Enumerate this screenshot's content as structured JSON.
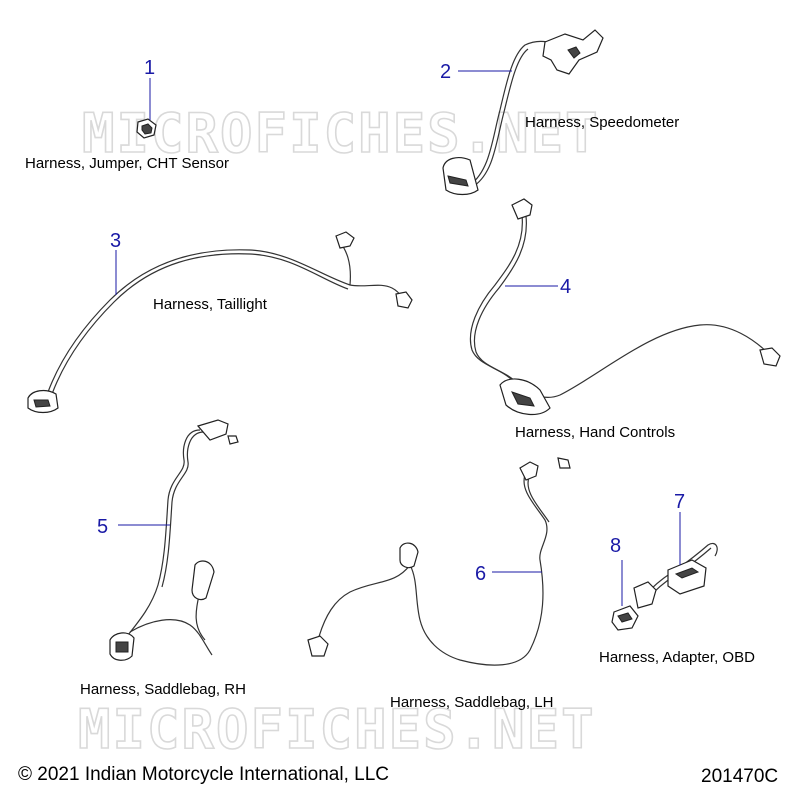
{
  "watermark": "MICROFICHES.NET",
  "parts": [
    {
      "number": "1",
      "name": "Harness, Jumper, CHT Sensor"
    },
    {
      "number": "2",
      "name": "Harness, Speedometer"
    },
    {
      "number": "3",
      "name": "Harness, Taillight"
    },
    {
      "number": "4",
      "name": "Harness, Hand Controls"
    },
    {
      "number": "5",
      "name": "Harness, Saddlebag, RH"
    },
    {
      "number": "6",
      "name": "Harness, Saddlebag, LH"
    },
    {
      "number": "7",
      "name": "Harness, Adapter, OBD"
    },
    {
      "number": "8",
      "name": ""
    }
  ],
  "footer": {
    "copyright": "© 2021 Indian Motorcycle International, LLC",
    "diagram_id": "201470C"
  },
  "colors": {
    "callout": "#1a1aa6",
    "watermark": "#d9d9d9"
  }
}
